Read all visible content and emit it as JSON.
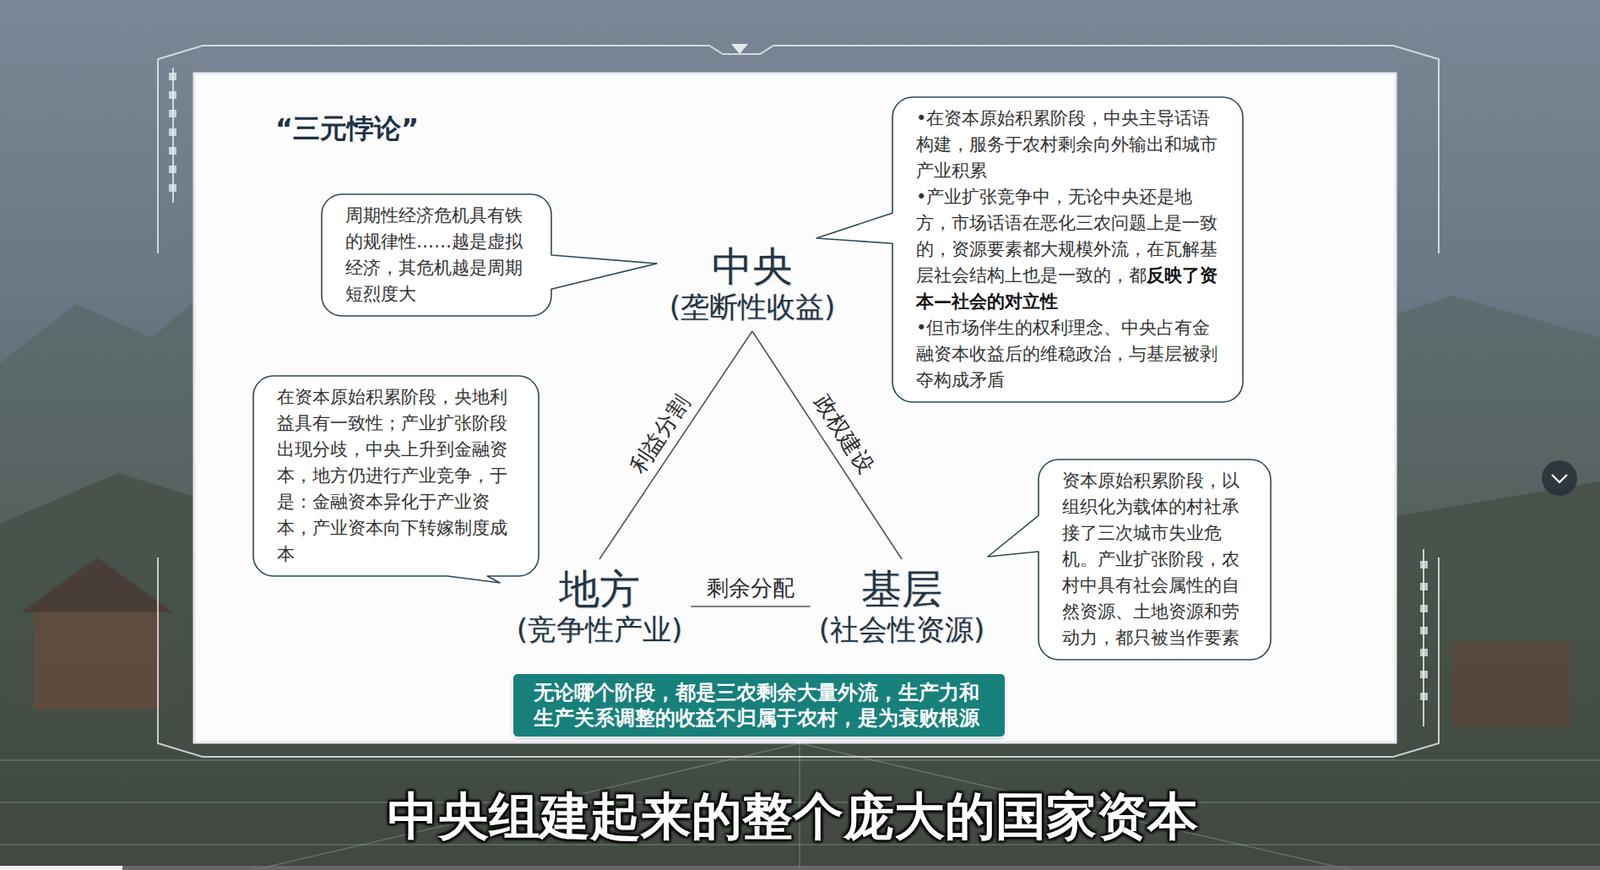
{
  "diagram": {
    "title": "“三元悖论”",
    "caption": "中央组建起来的整个庞大的国家资本",
    "nodes": [
      {
        "text": [
          "周期性经济危机具有铁的规律性……越是虚拟经济，其危机越是周期短烈度大"
        ]
      },
      {
        "text": [
          "中央",
          "(垄断性收益)"
        ]
      },
      {
        "text": [
          "•在资本原始积累阶段，中央主导话语构建，服务于农村剩余向外输出和城市产业积累",
          "•产业扩张竞争中，无论中央还是地方，市场话语在恶化三农问题上是一致的，资源要素都大规模外流，在瓦解基层社会结构上也是一致的，都",
          "反映了资本—社会的对立性",
          "•但市场伴生的权利理念、中央占有金融资本收益后的维稳政治，与基层被剥夺构成矛盾"
        ]
      },
      {
        "text": [
          "在资本原始积累阶段，央地利益具有一致性；产业扩张阶段出现分歧，中央上升到金融资本，地方仍进行产业竞争，于是：金融资本异化于产业资本，产业资本向下转嫁制度成本"
        ]
      },
      {
        "text": [
          "地方",
          "(竞争性产业)"
        ]
      },
      {
        "text": [
          "基层",
          "(社会性资源)"
        ]
      },
      {
        "text": [
          "资本原始积累阶段，以组织化为载体的村社承接了三次城市失业危机。产业扩张阶段，农村中具有社会属性的自然资源、土地资源和劳动力，都只被当作要素"
        ]
      },
      {
        "text": [
          "无论哪个阶段，都是三农剩余大量外流，生产力和生产关系调整的收益不归属于农村，是为衰败根源"
        ]
      }
    ],
    "edges": [
      {
        "from": 1,
        "to": 4,
        "label": "利益分割",
        "arrow": "none"
      },
      {
        "from": 1,
        "to": 5,
        "label": "政权建设",
        "arrow": "none"
      },
      {
        "from": 4,
        "to": 5,
        "label": "剩余分配",
        "arrow": "none"
      }
    ]
  }
}
